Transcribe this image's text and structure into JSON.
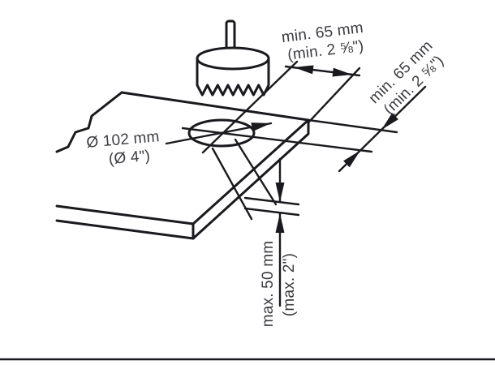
{
  "diagram": {
    "type": "installation-cutout-diagram",
    "labels": {
      "hole_diameter": {
        "line1": "Ø 102 mm",
        "line2": "(Ø 4\")"
      },
      "clearance_top": {
        "line1": "min. 65 mm",
        "line2": "(min. 2 ⅝\")"
      },
      "clearance_right": {
        "line1": "min. 65 mm",
        "line2": "(min. 2 ⅝\")"
      },
      "panel_thickness": {
        "line1": "max. 50 mm",
        "line2": "(max. 2\")"
      }
    },
    "colors": {
      "line": "#1a1a1e",
      "text": "#3c3c42",
      "background": "#ffffff"
    }
  }
}
